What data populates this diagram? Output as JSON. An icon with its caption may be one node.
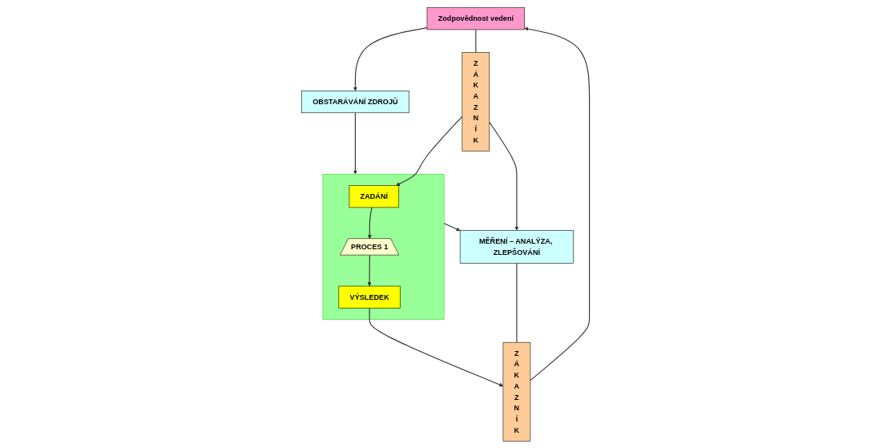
{
  "diagram": {
    "nodes": [
      {
        "text": [
          "Zodpovědnost vedení"
        ]
      },
      {
        "text": [
          "OBSTARÁVÁNÍ ZDROJŮ"
        ]
      },
      {
        "text": [],
        "shape": "box"
      },
      {
        "text": [
          "ZADÁNÍ"
        ],
        "in": 2
      },
      {
        "text": [
          "PROCES 1"
        ],
        "in": 2
      },
      {
        "text": [
          "VÝSLEDEK"
        ],
        "in": 2
      },
      {
        "text": [
          "ZÁKAZNÍK"
        ]
      },
      {
        "text": [
          "MĚŘENÍ – ANALÝZA, ZLEPŠOVÁNÍ"
        ]
      },
      {
        "text": [
          "ZÁKAZNÍK"
        ]
      }
    ],
    "edges": [
      {
        "from": 0,
        "to": 1,
        "arrow": "to"
      },
      {
        "from": 1,
        "to": 2,
        "arrow": "to"
      },
      {
        "from": 6,
        "to": 3,
        "arrow": "to"
      },
      {
        "from": 3,
        "to": 4,
        "arrow": "to"
      },
      {
        "from": 4,
        "to": 5,
        "arrow": "to"
      },
      {
        "from": 5,
        "to": 8,
        "arrow": "to"
      },
      {
        "from": 2,
        "to": 7,
        "arrow": "to"
      },
      {
        "from": 0,
        "to": 6,
        "arrow": "none"
      },
      {
        "from": 6,
        "to": 7,
        "arrow": "to"
      },
      {
        "from": 7,
        "to": 8,
        "arrow": "none"
      },
      {
        "from": 8,
        "to": 0,
        "arrow": "to"
      }
    ]
  }
}
